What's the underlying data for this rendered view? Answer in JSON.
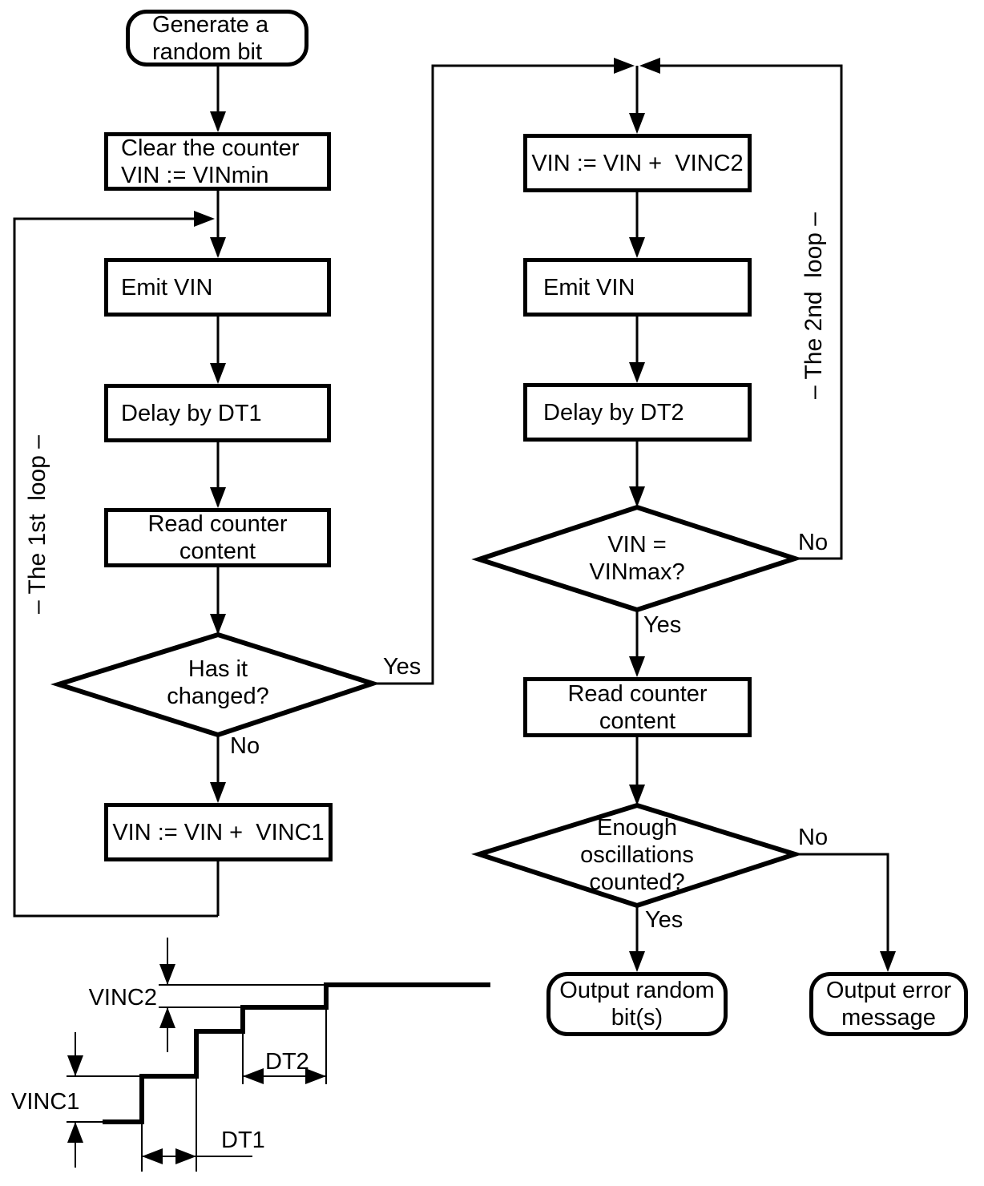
{
  "nodes": {
    "generate": "Generate a\nrandom bit",
    "clear": "Clear the counter\nVIN := VINmin",
    "emit1": "Emit VIN",
    "delay1": "Delay by DT1",
    "read1": "Read counter\ncontent",
    "has_changed": "Has it\nchanged?",
    "vinc1": "VIN := VIN +  VINC1",
    "vinc2": "VIN := VIN +  VINC2",
    "emit2": "Emit VIN",
    "delay2": "Delay by DT2",
    "vinmax": "VIN =\nVINmax?",
    "read2": "Read counter\ncontent",
    "enough": "Enough\noscillations\ncounted?",
    "out_random": "Output random\nbit(s)",
    "out_error": "Output error\nmessage"
  },
  "edge_labels": {
    "yes1": "Yes",
    "no1": "No",
    "no2": "No",
    "yes2": "Yes",
    "no3": "No",
    "yes3": "Yes"
  },
  "loop_labels": {
    "first": "– The 1st  loop –",
    "second": "– The 2nd  loop –"
  },
  "dimension_labels": {
    "vinc2": "VINC2",
    "vinc1": "VINC1",
    "dt1": "DT1",
    "dt2": "DT2"
  },
  "colors": {
    "line": "#000000",
    "background": "#ffffff"
  }
}
